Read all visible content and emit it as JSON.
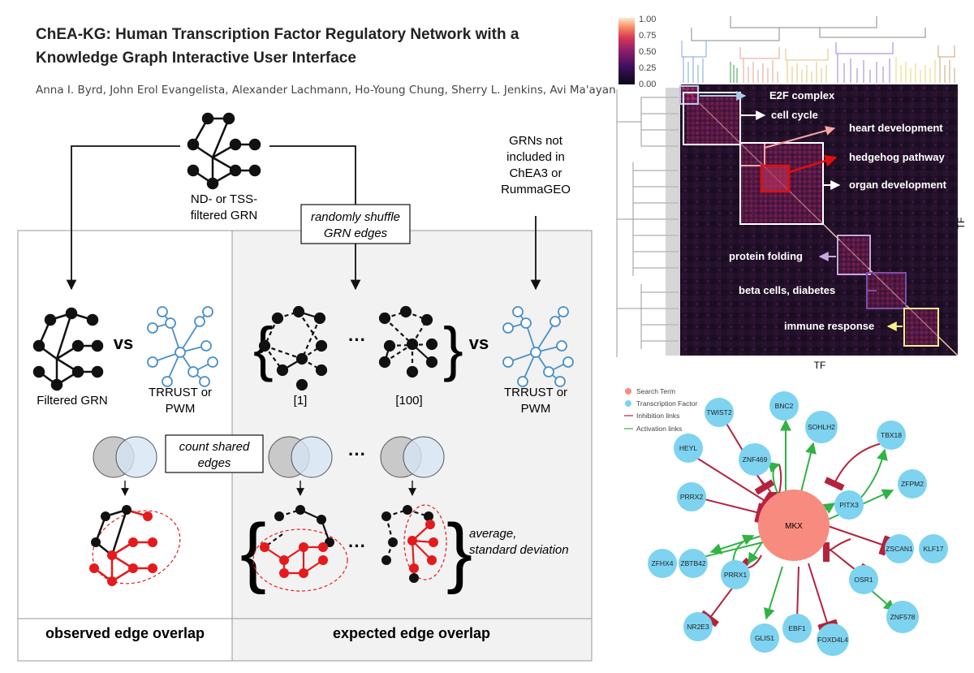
{
  "paper": {
    "title": "ChEA-KG: Human Transcription Factor Regulatory Network with a Knowledge Graph Interactive User Interface",
    "authors": "Anna I. Byrd, John Erol Evangelista, Alexander Lachmann, Ho-Young Chung, Sherry L. Jenkins, Avi Ma'ayan"
  },
  "workflow": {
    "grn_caption_line1": "ND- or TSS-",
    "grn_caption_line2": "filtered GRN",
    "shuffle_line1": "randomly shuffle",
    "shuffle_line2": "GRN edges",
    "not_included": [
      "GRNs not",
      "included in",
      "ChEA3 or",
      "RummaGEO"
    ],
    "vs": "vs",
    "filtered_grn": "Filtered GRN",
    "trrust_line1": "TRRUST or",
    "trrust_line2": "PWM",
    "ellipsis": "···",
    "rep_first": "[1]",
    "rep_last": "[100]",
    "count_line1": "count shared",
    "count_line2": "edges",
    "average_line1": "average,",
    "average_line2": "standard deviation",
    "observed": "observed edge overlap",
    "expected": "expected edge overlap"
  },
  "heatmap": {
    "colorbar_ticks": [
      "1.00",
      "0.75",
      "0.50",
      "0.25",
      "0.00"
    ],
    "axis_label": "TF",
    "clusters": [
      "E2F complex",
      "cell cycle",
      "heart development",
      "hedgehog pathway",
      "organ development",
      "protein folding",
      "beta cells, diabetes",
      "immune response"
    ]
  },
  "network": {
    "legend": [
      "Search Term",
      "Transcription Factor",
      "Inhibition links",
      "Activation links"
    ],
    "center": "MKX",
    "nodes": [
      "TWIST2",
      "BNC2",
      "SOHLH2",
      "TBX18",
      "HEYL",
      "ZNF469",
      "PITX3",
      "ZFPM2",
      "PRRX2",
      "ZSCAN1",
      "KLF17",
      "ZFHX4",
      "ZBTB42",
      "PRRX1",
      "OSR1",
      "ZNF578",
      "NR2E3",
      "GLIS1",
      "EBF1",
      "FOXD4L4"
    ]
  },
  "colors": {
    "red_edge": "#e41a1c",
    "tf_node": "#7dd3f0",
    "search_node": "#f88b80",
    "inhibition": "#b5223d",
    "activation": "#2fb344",
    "trrust_blue": "#4a8fc9"
  }
}
